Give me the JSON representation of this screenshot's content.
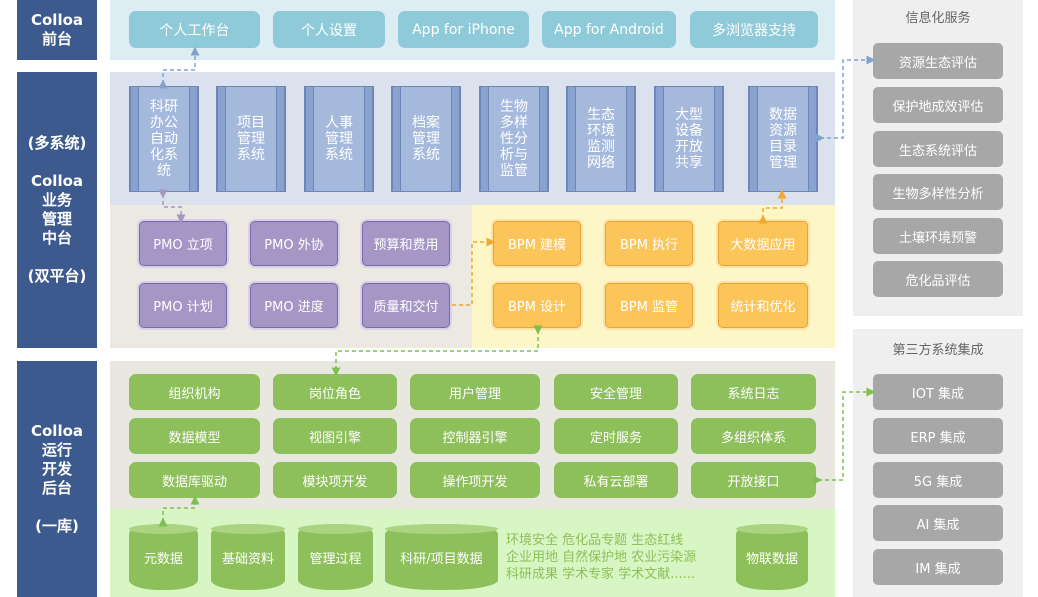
{
  "sidebar": {
    "front": "Colloa\n前台",
    "middle": "(多系统)\n\nColloa\n业务\n管理\n中台\n\n(双平台)",
    "back": "Colloa\n运行\n开发\n后台\n\n(一库)"
  },
  "front_buttons": [
    "个人工作台",
    "个人设置",
    "App for iPhone",
    "App for Android",
    "多浏览器支持"
  ],
  "systems": [
    "科研\n办公\n自动\n化系\n统",
    "项目\n管理\n系统",
    "人事\n管理\n系统",
    "档案\n管理\n系统",
    "生物\n多样\n性分\n析与\n监管",
    "生态\n环境\n监测\n网络",
    "大型\n设备\n开放\n共享",
    "数据\n资源\n目录\n管理"
  ],
  "pmo_chips": [
    "PMO 立项",
    "PMO 外协",
    "预算和费用",
    "PMO 计划",
    "PMO 进度",
    "质量和交付"
  ],
  "bpm_chips": [
    "BPM 建模",
    "BPM 执行",
    "大数据应用",
    "BPM 设计",
    "BPM 监管",
    "统计和优化"
  ],
  "platform_buttons": [
    "组织机构",
    "岗位角色",
    "用户管理",
    "安全管理",
    "系统日志",
    "数据模型",
    "视图引擎",
    "控制器引擎",
    "定时服务",
    "多组织体系",
    "数据库驱动",
    "模块项开发",
    "操作项开发",
    "私有云部署",
    "开放接口"
  ],
  "databases": [
    "元数据",
    "基础资料",
    "管理过程",
    "科研/项目数据",
    "物联数据"
  ],
  "data_topics": "环境安全  危化品专题  生态红线\n企业用地  自然保护地  农业污染源\n科研成果  学术专家  学术文献......",
  "info_services": {
    "title": "信息化服务",
    "items": [
      "资源生态评估",
      "保护地成效评估",
      "生态系统评估",
      "生物多样性分析",
      "土壤环境预警",
      "危化品评估"
    ]
  },
  "third_party": {
    "title": "第三方系统集成",
    "items": [
      "IOT 集成",
      "ERP 集成",
      "5G 集成",
      "AI 集成",
      "IM 集成"
    ]
  },
  "colors": {
    "sidebar": "#3c5a8e",
    "front": "#8fcad9",
    "system": "#a5b9dc",
    "pmo": "#a596c6",
    "bpm": "#fcc55a",
    "platform": "#8dc05a",
    "gray": "#a7a7a7"
  }
}
